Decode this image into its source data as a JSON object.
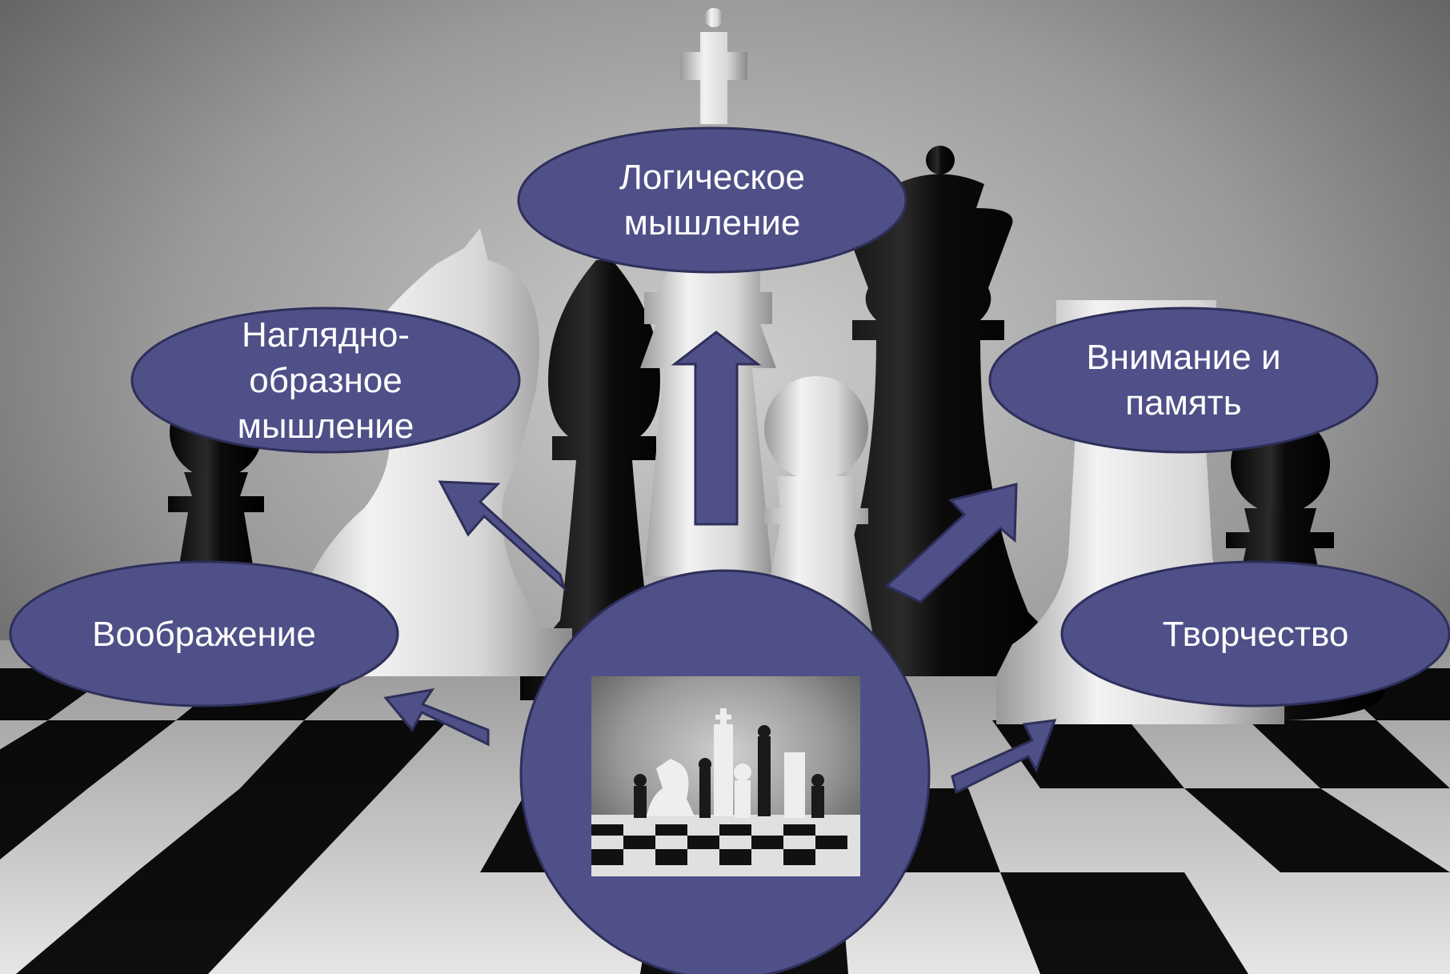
{
  "diagram": {
    "nodes": [
      {
        "id": "logic",
        "label": "Логическое\nмышление"
      },
      {
        "id": "visual",
        "label": "Наглядно-\nобразное\nмышление"
      },
      {
        "id": "attention",
        "label": "Внимание и\nпамять"
      },
      {
        "id": "imagination",
        "label": "Воображение"
      },
      {
        "id": "creativity",
        "label": "Творчество"
      }
    ],
    "center": {
      "content": "chess-pieces-photo"
    }
  },
  "colors": {
    "node_fill": "#4f5088",
    "node_stroke": "#2e2f5a",
    "text": "#ffffff"
  }
}
